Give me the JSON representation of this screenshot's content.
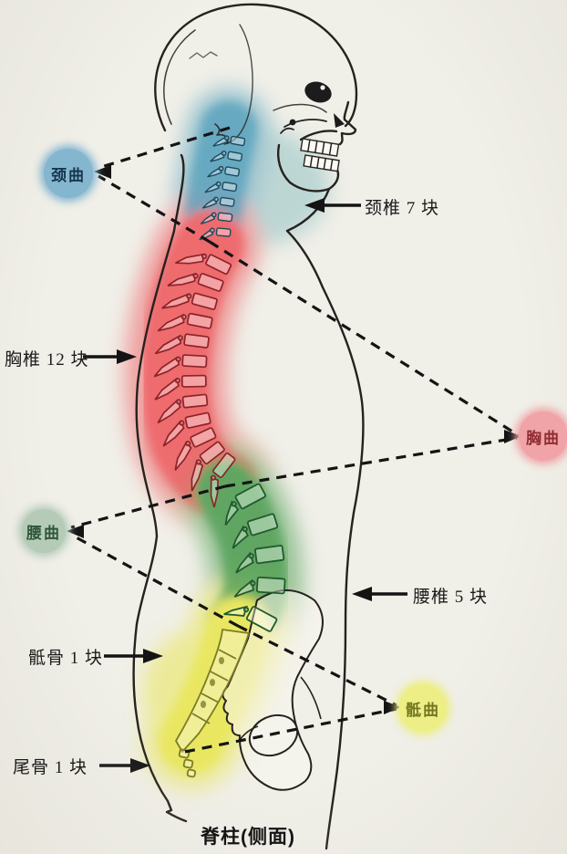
{
  "figure": {
    "caption": "脊柱(侧面)",
    "curvatures": [
      {
        "id": "cervical-curve",
        "label": "颈曲",
        "bg": "#85b6d0",
        "fg": "#16344e"
      },
      {
        "id": "thoracic-curve",
        "label": "胸曲",
        "bg": "#f0a4a7",
        "fg": "#8e2d32"
      },
      {
        "id": "lumbar-curve",
        "label": "腰曲",
        "bg": "#b5cbb8",
        "fg": "#2f5639"
      },
      {
        "id": "sacral-curve",
        "label": "骶曲",
        "bg": "#edee86",
        "fg": "#73761f"
      }
    ],
    "segments": [
      {
        "id": "cervical",
        "label": "颈椎 7 块",
        "count": 7
      },
      {
        "id": "thoracic",
        "label": "胸椎 12 块",
        "count": 12
      },
      {
        "id": "lumbar",
        "label": "腰椎 5 块",
        "count": 5
      },
      {
        "id": "sacrum",
        "label": "骶骨 1 块",
        "count": 1
      },
      {
        "id": "coccyx",
        "label": "尾骨 1 块",
        "count": 1
      }
    ],
    "region_colors": {
      "cervical": "#5aa3bd",
      "cervical_wash": "#93c3c5",
      "thoracic": "#ee5f63",
      "lumbar": "#53a057",
      "sacral": "#e9e654"
    },
    "vertebra_line_colors": {
      "cervical": "#1d4a5e",
      "thoracic": "#8c2328",
      "lumbar": "#1f5b2d",
      "sacral": "#7c7c24"
    },
    "ink_color": "#141414",
    "paper_color": "#f0efe8"
  }
}
